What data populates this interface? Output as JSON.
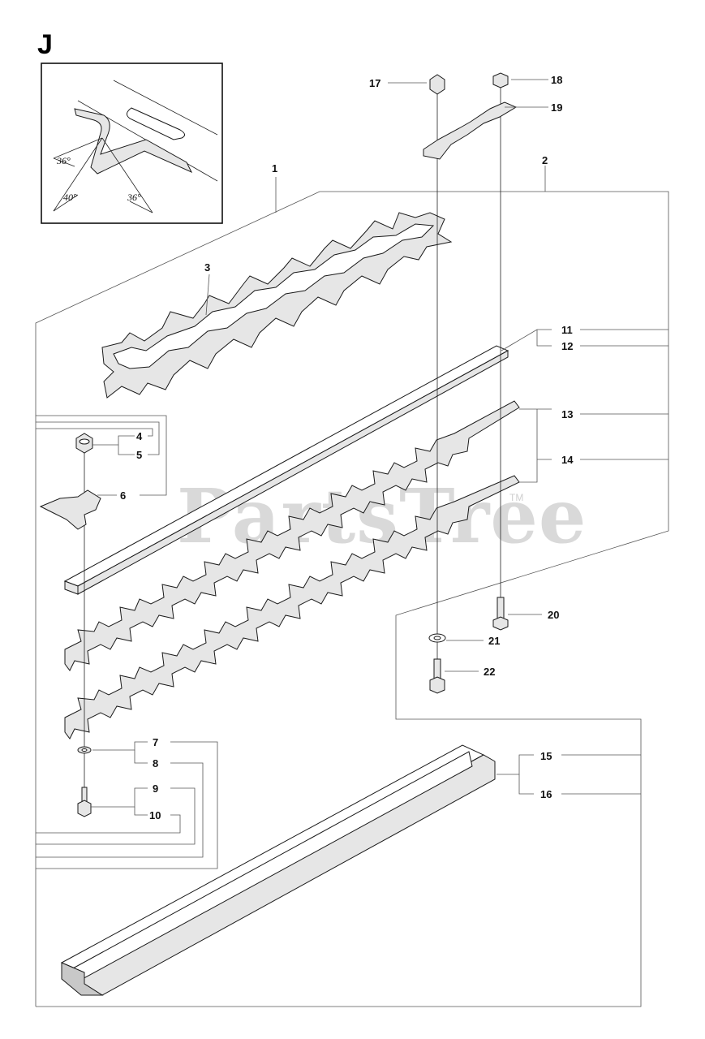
{
  "section_letter": "J",
  "watermark": "PartsTree",
  "watermark_tm": "TM",
  "detail_inset": {
    "angle_labels": [
      "36°",
      "40°",
      "36°"
    ]
  },
  "callouts": [
    "1",
    "2",
    "3",
    "4",
    "5",
    "6",
    "7",
    "8",
    "9",
    "10",
    "11",
    "12",
    "13",
    "14",
    "15",
    "16",
    "17",
    "18",
    "19",
    "20",
    "21",
    "22"
  ],
  "colors": {
    "line": "#555555",
    "text": "#111111",
    "watermark": "#d9d9d9",
    "shade": "#e6e6e6"
  }
}
